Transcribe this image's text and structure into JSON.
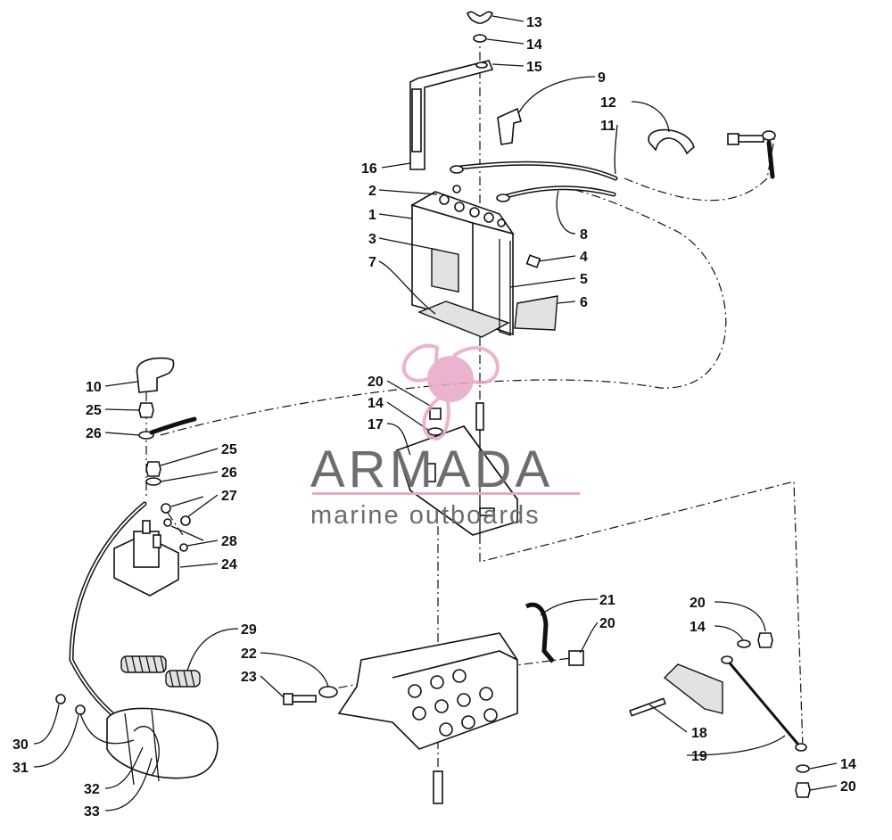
{
  "watermark": {
    "brand": "ARMADA",
    "tagline": "marine outboards",
    "accent_color": "#e8a8c6"
  },
  "callouts": [
    {
      "id": "c13",
      "label": "13"
    },
    {
      "id": "c14a",
      "label": "14"
    },
    {
      "id": "c15",
      "label": "15"
    },
    {
      "id": "c9",
      "label": "9"
    },
    {
      "id": "c12",
      "label": "12"
    },
    {
      "id": "c11",
      "label": "11"
    },
    {
      "id": "c16",
      "label": "16"
    },
    {
      "id": "c2",
      "label": "2"
    },
    {
      "id": "c1",
      "label": "1"
    },
    {
      "id": "c8",
      "label": "8"
    },
    {
      "id": "c3",
      "label": "3"
    },
    {
      "id": "c4",
      "label": "4"
    },
    {
      "id": "c7",
      "label": "7"
    },
    {
      "id": "c5",
      "label": "5"
    },
    {
      "id": "c6",
      "label": "6"
    },
    {
      "id": "c10",
      "label": "10"
    },
    {
      "id": "c25a",
      "label": "25"
    },
    {
      "id": "c26a",
      "label": "26"
    },
    {
      "id": "c20a",
      "label": "20"
    },
    {
      "id": "c14b",
      "label": "14"
    },
    {
      "id": "c17",
      "label": "17"
    },
    {
      "id": "c25b",
      "label": "25"
    },
    {
      "id": "c26b",
      "label": "26"
    },
    {
      "id": "c27",
      "label": "27"
    },
    {
      "id": "c28",
      "label": "28"
    },
    {
      "id": "c24",
      "label": "24"
    },
    {
      "id": "c21",
      "label": "21"
    },
    {
      "id": "c20b",
      "label": "20"
    },
    {
      "id": "c29",
      "label": "29"
    },
    {
      "id": "c22",
      "label": "22"
    },
    {
      "id": "c23",
      "label": "23"
    },
    {
      "id": "c20c",
      "label": "20"
    },
    {
      "id": "c14c",
      "label": "14"
    },
    {
      "id": "c18",
      "label": "18"
    },
    {
      "id": "c19",
      "label": "19"
    },
    {
      "id": "c30",
      "label": "30"
    },
    {
      "id": "c31",
      "label": "31"
    },
    {
      "id": "c32",
      "label": "32"
    },
    {
      "id": "c33",
      "label": "33"
    },
    {
      "id": "c14d",
      "label": "14"
    },
    {
      "id": "c20d",
      "label": "20"
    }
  ]
}
